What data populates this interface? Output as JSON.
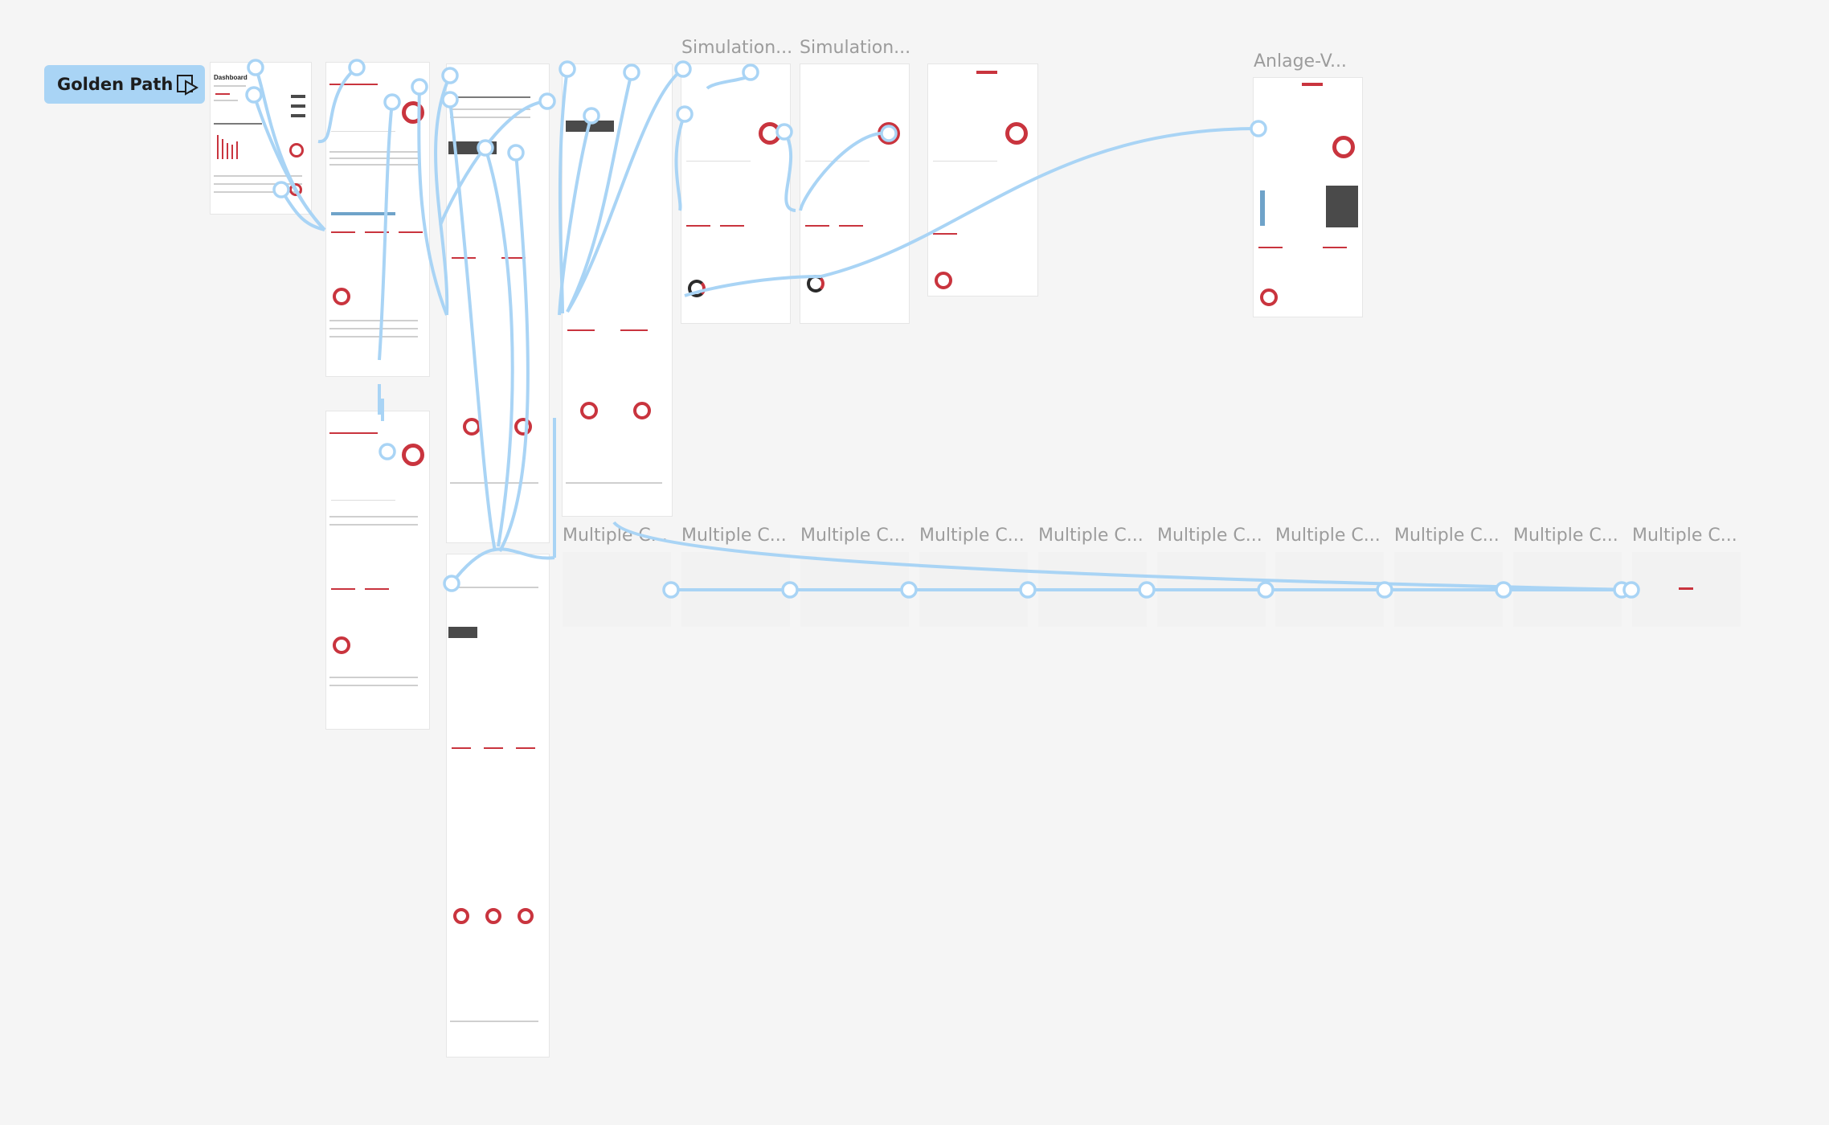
{
  "flow": {
    "label": "Golden Path",
    "icon": "play-flow-icon"
  },
  "frame_titles": {
    "simulation_1": "Simulation...",
    "simulation_2": "Simulation...",
    "anlage": "Anlage-V...",
    "multiple": "Multiple C..."
  },
  "dashboard": {
    "title": "Dashboard"
  },
  "colors": {
    "accent": "#c9343e",
    "wire": "#a9d4f5",
    "canvas": "#f5f5f5",
    "dark_panel": "#4a4a4a"
  }
}
